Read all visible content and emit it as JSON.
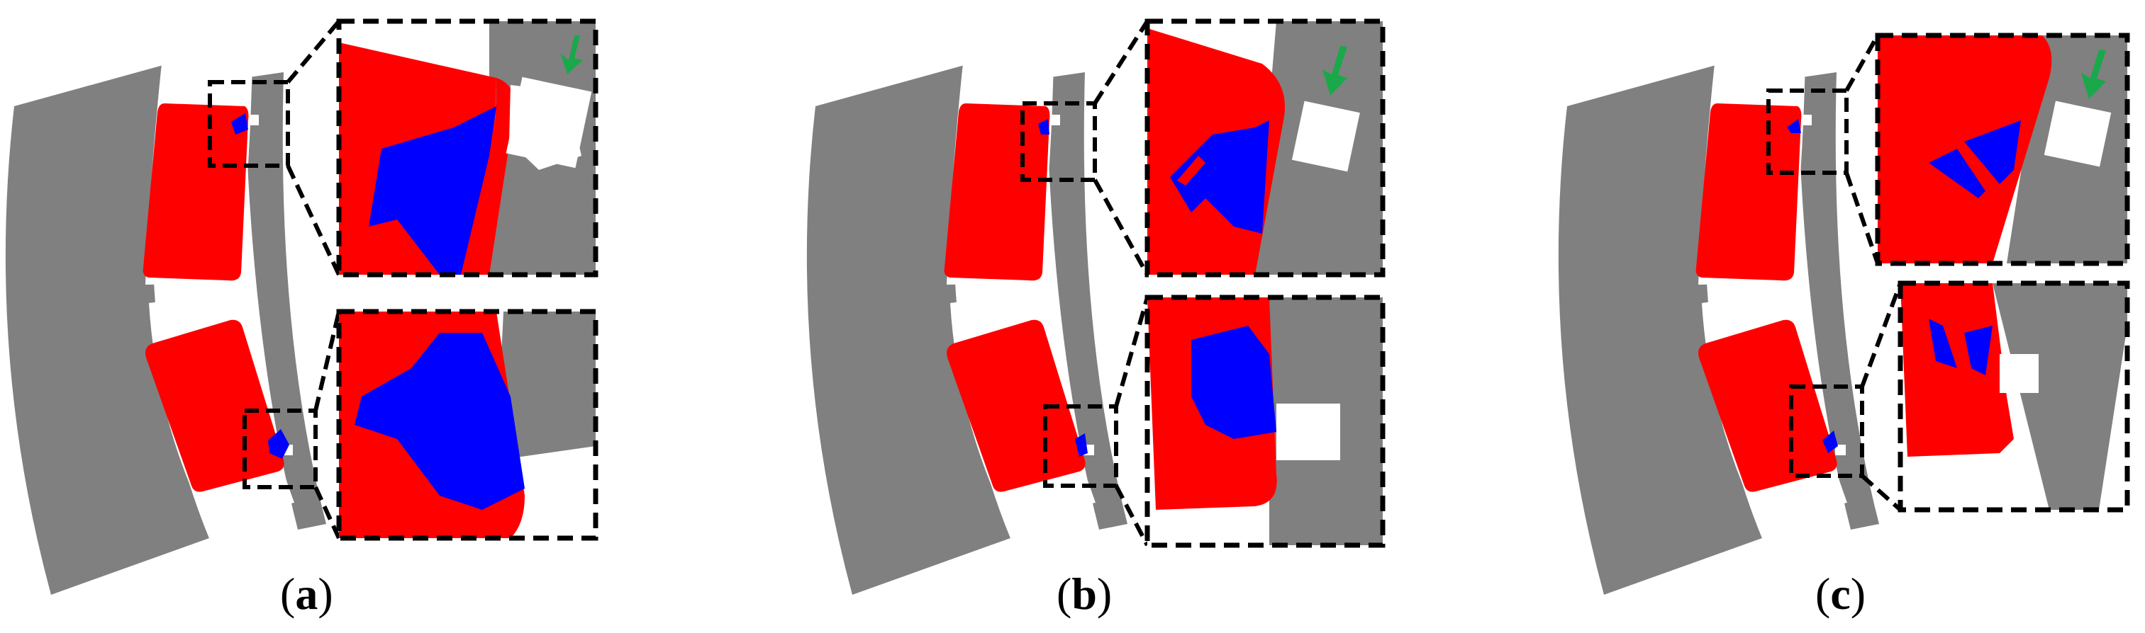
{
  "figure": {
    "panels": [
      {
        "letter": "a",
        "label_open": "(",
        "label_close": ")"
      },
      {
        "letter": "b",
        "label_open": "(",
        "label_close": ")"
      },
      {
        "letter": "c",
        "label_open": "(",
        "label_close": ")"
      }
    ],
    "colors": {
      "grey": "#808080",
      "red": "#ff0000",
      "blue": "#0000ff",
      "arrow_green": "#1aa84b",
      "dash": "#000000"
    }
  }
}
